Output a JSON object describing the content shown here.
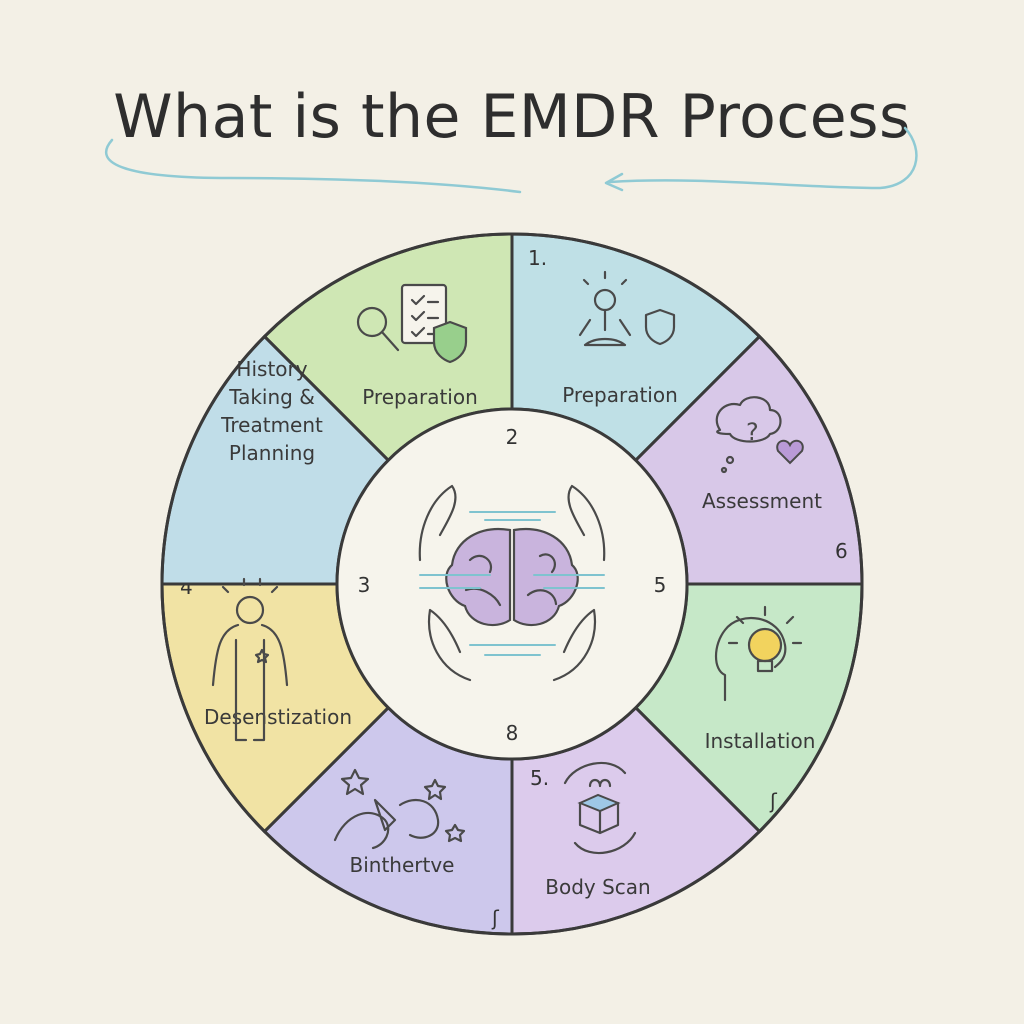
{
  "title": "What is the EMDR Process",
  "colors": {
    "background": "#f3f0e6",
    "outline": "#3a3a3a",
    "arrow": "#7fc3cf"
  },
  "segments": [
    {
      "id": "seg-preparation-left",
      "label": [
        "Preparation"
      ],
      "icon": "checklist-magnifier-shield-icon",
      "color": "#cfe7b4"
    },
    {
      "id": "seg-preparation-right",
      "label": [
        "Preparation"
      ],
      "number": "1.",
      "icon": "meditation-shield-icon",
      "color": "#bfe0e6"
    },
    {
      "id": "seg-assessment",
      "label": [
        "Assessment"
      ],
      "number": "6",
      "icon": "thought-bubble-heart-icon",
      "color": "#d8c8e8"
    },
    {
      "id": "seg-installation",
      "label": [
        "Installation"
      ],
      "number": "ʃ",
      "icon": "head-lightbulb-icon",
      "color": "#c6e8c8"
    },
    {
      "id": "seg-body-scan",
      "label": [
        "Body Scan"
      ],
      "number": "5.",
      "icon": "box-cycle-icon",
      "color": "#dccbec"
    },
    {
      "id": "seg-binthurtve",
      "label": [
        "Binthertve"
      ],
      "number": "ʃ",
      "icon": "stars-sparkle-icon",
      "color": "#cdc8ec"
    },
    {
      "id": "seg-desensitization",
      "label": [
        "Desenstization"
      ],
      "number": "4",
      "icon": "body-outline-icon",
      "color": "#f1e3a4"
    },
    {
      "id": "seg-history",
      "label": [
        "History",
        "Taking &",
        "Treatment",
        "Planning"
      ],
      "icon": "",
      "color": "#c0dde8"
    }
  ],
  "inner_numbers": {
    "top": "2",
    "left": "3",
    "right": "5",
    "bottom": "8"
  },
  "center_icon": "brain-hands-icon"
}
